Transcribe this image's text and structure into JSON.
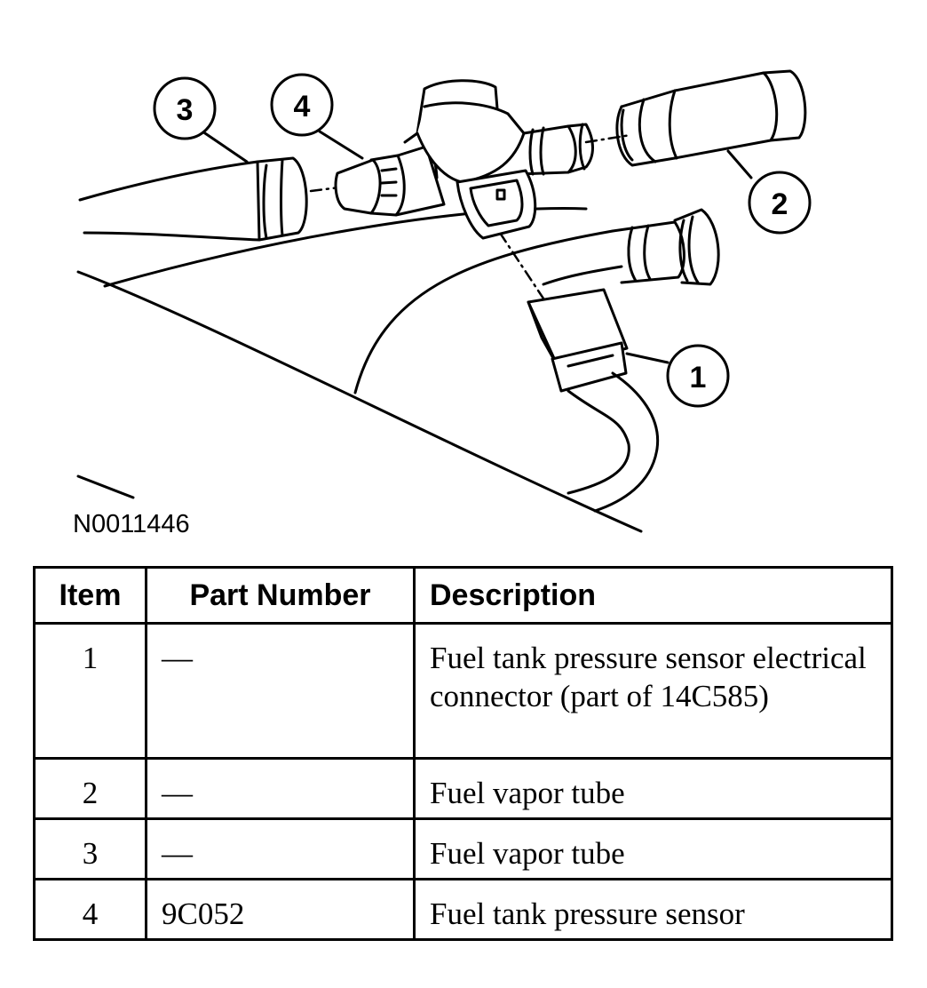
{
  "figure": {
    "id": "N0011446",
    "callouts": [
      "1",
      "2",
      "3",
      "4"
    ]
  },
  "table": {
    "headers": {
      "item": "Item",
      "part_number": "Part Number",
      "description": "Description"
    },
    "rows": [
      {
        "item": "1",
        "part_number": "—",
        "description": "Fuel tank pressure sensor electrical connector (part of 14C585)"
      },
      {
        "item": "2",
        "part_number": "—",
        "description": "Fuel vapor tube"
      },
      {
        "item": "3",
        "part_number": "—",
        "description": "Fuel vapor tube"
      },
      {
        "item": "4",
        "part_number": "9C052",
        "description": "Fuel tank pressure sensor"
      }
    ]
  },
  "colors": {
    "ink": "#000000",
    "paper": "#ffffff"
  }
}
